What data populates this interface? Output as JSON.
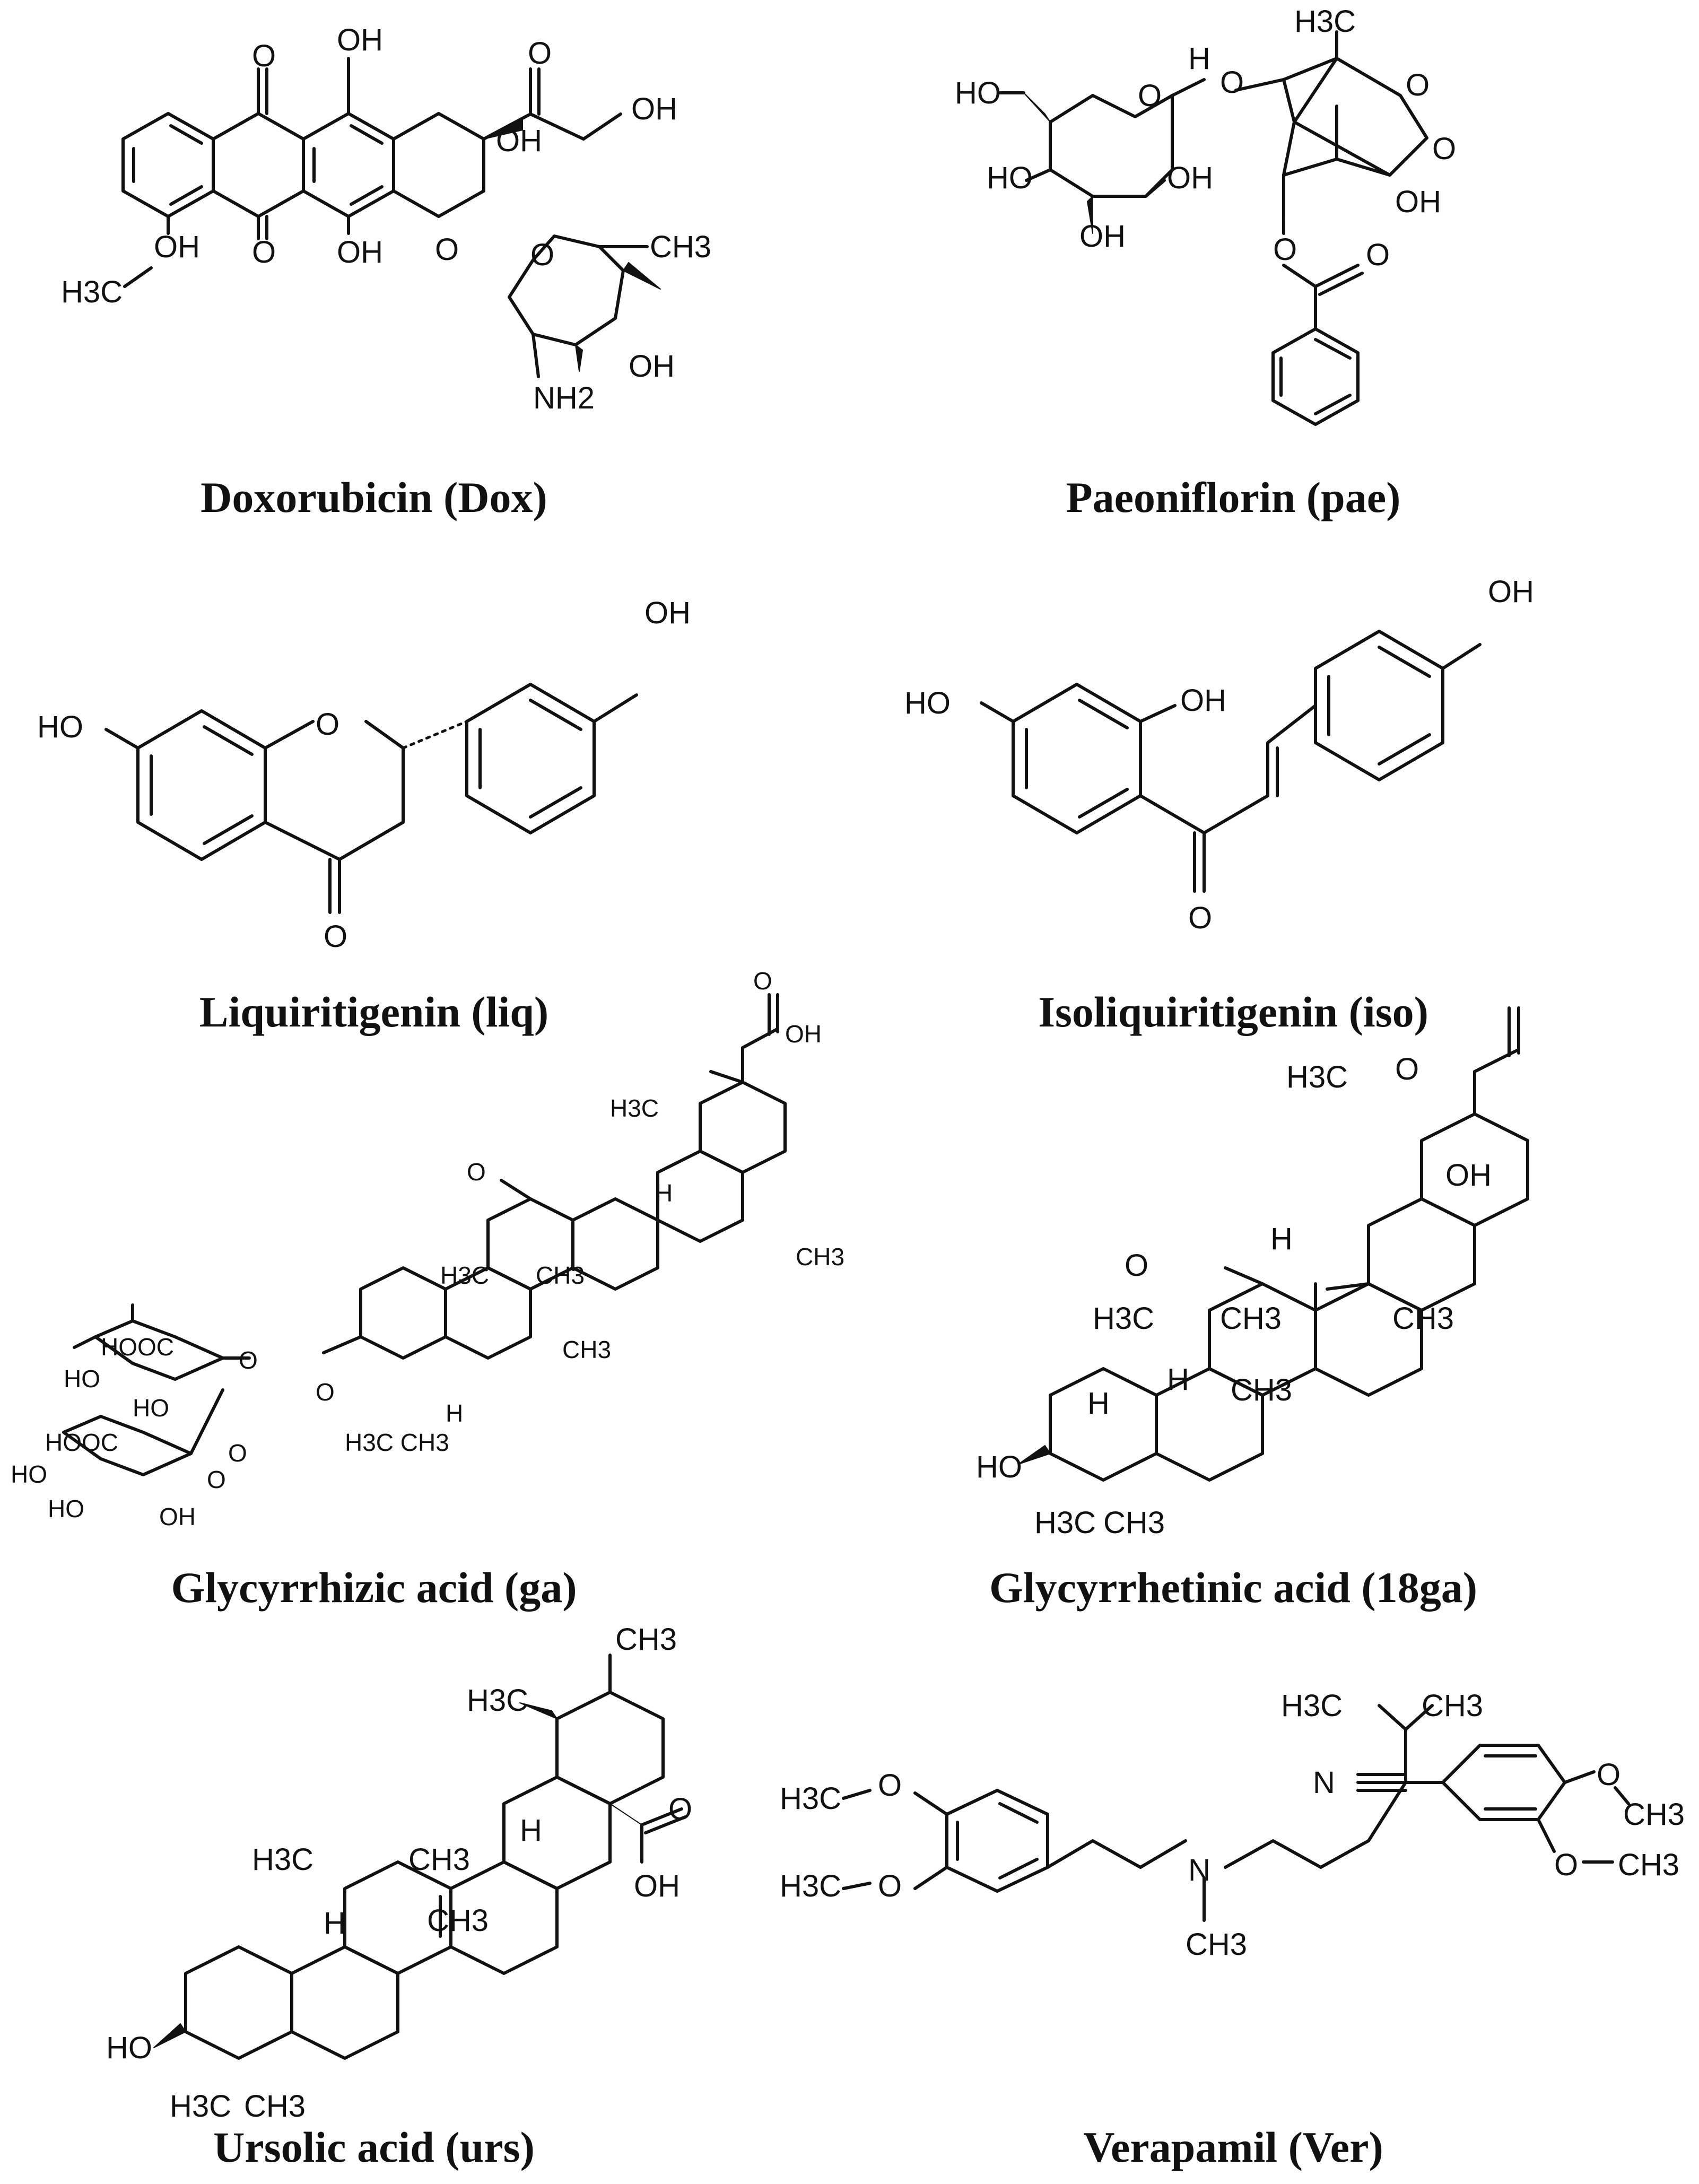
{
  "compounds": [
    {
      "id": "dox",
      "caption": "Doxorubicin (Dox)",
      "atoms": [
        "O",
        "OH",
        "O",
        "OH",
        "OH",
        "O",
        "OH",
        "OH",
        "O",
        "O",
        "CH3",
        "OH",
        "NH2",
        "H3C"
      ]
    },
    {
      "id": "pae",
      "caption": "Paeoniflorin (pae)",
      "atoms": [
        "HO",
        "O",
        "H",
        "O",
        "H3C",
        "O",
        "O",
        "HO",
        "OH",
        "OH",
        "OH",
        "O",
        "O"
      ]
    },
    {
      "id": "liq",
      "caption": "Liquiritigenin (liq)",
      "atoms": [
        "OH",
        "HO",
        "O",
        "O"
      ]
    },
    {
      "id": "iso",
      "caption": "Isoliquiritigenin (iso)",
      "atoms": [
        "OH",
        "HO",
        "OH",
        "O"
      ]
    },
    {
      "id": "ga",
      "caption": "Glycyrrhizic acid (ga)",
      "atoms": [
        "H3C",
        "O",
        "OH",
        "O",
        "H",
        "CH3",
        "H3C",
        "CH3",
        "CH3",
        "HOOC",
        "O",
        "HO",
        "HO",
        "O",
        "H3C CH3",
        "H",
        "HOOC",
        "O",
        "O",
        "HO",
        "HO",
        "OH"
      ]
    },
    {
      "id": "18ga",
      "caption": "Glycyrrhetinic acid (18ga)",
      "atoms": [
        "H3C",
        "O",
        "OH",
        "O",
        "H",
        "CH3",
        "H3C",
        "CH3",
        "H",
        "CH3",
        "H",
        "HO",
        "H3C",
        "CH3"
      ]
    },
    {
      "id": "urs",
      "caption": "Ursolic acid (urs)",
      "atoms": [
        "CH3",
        "H3C",
        "H",
        "H3C",
        "CH3",
        "O",
        "OH",
        "H",
        "CH3",
        "HO",
        "H3C",
        "CH3"
      ]
    },
    {
      "id": "ver",
      "caption": "Verapamil (Ver)",
      "atoms": [
        "H3C",
        "CH3",
        "H3C",
        "O",
        "N",
        "O",
        "CH3",
        "H3C",
        "O",
        "N",
        "O",
        "CH3",
        "CH3"
      ]
    }
  ]
}
